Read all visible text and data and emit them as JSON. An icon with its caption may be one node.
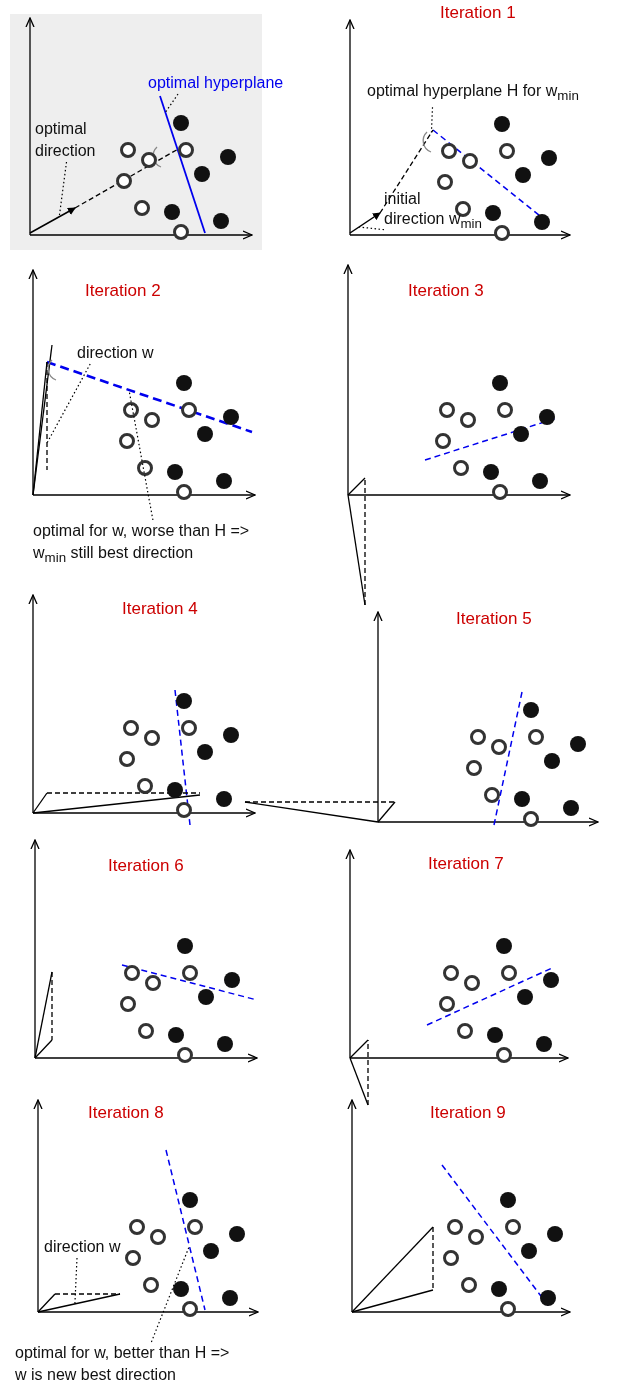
{
  "diagram": {
    "nodes": [
      {
        "text": [
          "optimal hyperplane"
        ]
      },
      {
        "text": [
          "optimal direction"
        ]
      },
      {
        "text": [
          "optimal hyperplane H for w$_{min}$"
        ]
      },
      {
        "text": [
          "initial direction w$_{min}$"
        ]
      },
      {
        "text": [
          "direction w"
        ]
      },
      {
        "text": [
          "optimal for w, worse than H => w$_{min}$ still best direction"
        ]
      },
      {
        "text": [
          "direction w"
        ]
      },
      {
        "text": [
          "optimal for w, better than H => w is new best direction"
        ]
      },
      {
        "text": [],
        "shape": "line"
      },
      {
        "text": [],
        "shape": "line"
      },
      {
        "text": [],
        "shape": "line"
      },
      {
        "text": [],
        "shape": "line"
      },
      {
        "text": [],
        "shape": "line"
      },
      {
        "text": [],
        "shape": "line"
      },
      {
        "text": [],
        "shape": "line"
      },
      {
        "text": [],
        "shape": "line"
      }
    ],
    "edges": [
      {
        "from": 0,
        "to": 8,
        "arrow": "none"
      },
      {
        "from": 1,
        "to": 9,
        "arrow": "none"
      },
      {
        "from": 2,
        "to": 10,
        "arrow": "none"
      },
      {
        "from": 3,
        "to": 11,
        "arrow": "none"
      },
      {
        "from": 4,
        "to": 12,
        "arrow": "none"
      },
      {
        "from": 5,
        "to": 13,
        "arrow": "none"
      },
      {
        "from": 6,
        "to": 14,
        "arrow": "none"
      },
      {
        "from": 7,
        "to": 15,
        "arrow": "none"
      }
    ],
    "labels": [
      "Iteration 1",
      "Iteration 2",
      "Iteration 3",
      "Iteration 4",
      "Iteration 5",
      "Iteration 6",
      "Iteration 7",
      "Iteration 8",
      "Iteration 9"
    ]
  }
}
